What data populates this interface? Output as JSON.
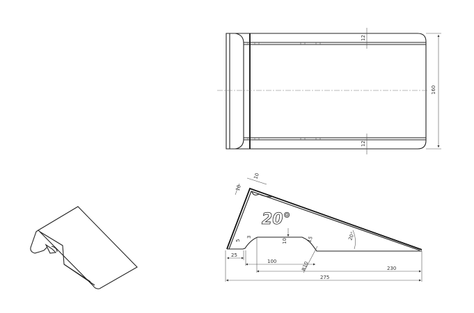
{
  "drawing": {
    "top_view": {
      "width_dim": "160",
      "rail_dim_top": "12",
      "rail_dim_bottom": "12"
    },
    "side_view": {
      "overall_length": "275",
      "base_length": "230",
      "cutout_length": "100",
      "foot_length": "25",
      "foot_height": "5",
      "cutout_height": "3",
      "cutout_depth": "10",
      "radius": "R10",
      "chamfer": "15",
      "top_dim_a": "10",
      "top_dim_b": "10",
      "angle": "20°",
      "logo_text": "20°"
    }
  }
}
